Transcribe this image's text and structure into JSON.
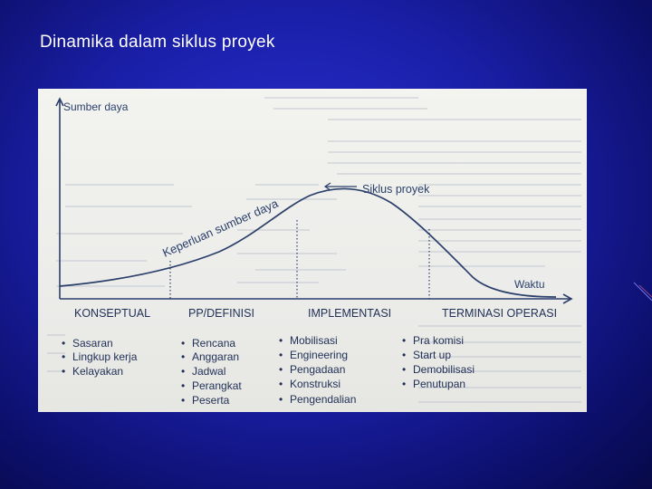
{
  "slide": {
    "title": "Dinamika dalam siklus proyek"
  },
  "diagram": {
    "y_axis_label": "Sumber daya",
    "x_axis_label": "Waktu",
    "curve_label": "Keperluan sumber daya",
    "cycle_label": "Siklus proyek",
    "phases": [
      {
        "name": "KONSEPTUAL",
        "items": [
          "Sasaran",
          "Lingkup kerja",
          "Kelayakan"
        ]
      },
      {
        "name": "PP/DEFINISI",
        "items": [
          "Rencana",
          "Anggaran",
          "Jadwal",
          "Perangkat",
          "Peserta"
        ]
      },
      {
        "name": "IMPLEMENTASI",
        "items": [
          "Mobilisasi",
          "Engineering",
          "Pengadaan",
          "Konstruksi",
          "Pengendalian"
        ]
      },
      {
        "name": "TERMINASI OPERASI",
        "items": [
          "Pra komisi",
          "Start up",
          "Demobilisasi",
          "Penutupan"
        ]
      }
    ]
  },
  "colors": {
    "background": "#1a1fa8",
    "title_text": "#ffffff",
    "diagram_ink": "#2a3f6a"
  }
}
